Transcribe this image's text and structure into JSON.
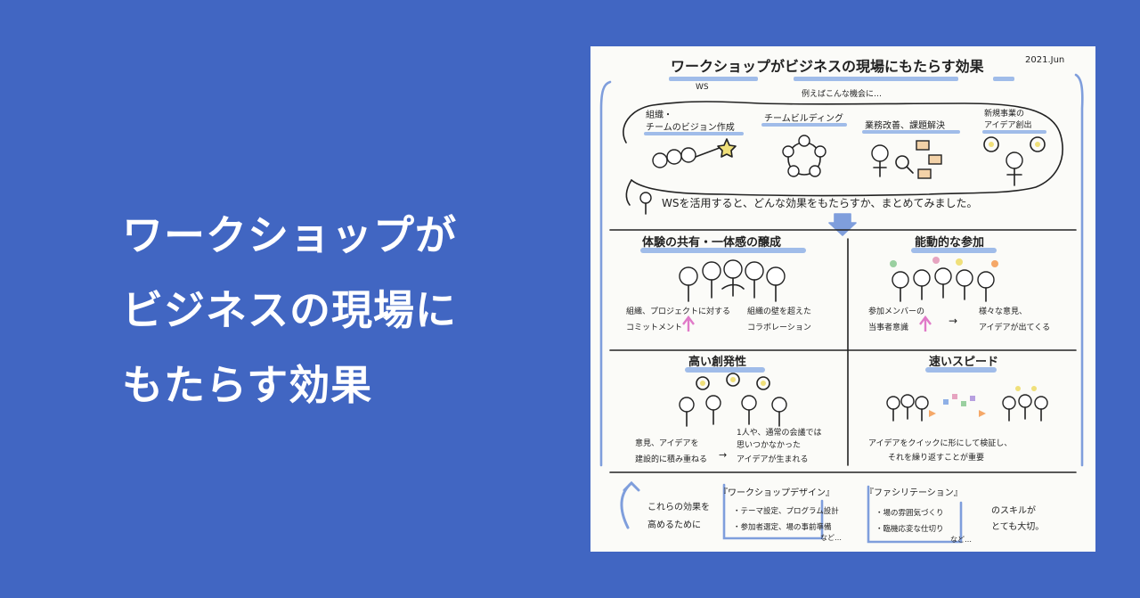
{
  "headline": {
    "lines": [
      "ワークショップが",
      "ビジネスの現場に",
      "もたらす効果"
    ]
  },
  "illustration": {
    "title": "ワークショップがビジネスの現場にもたらす効果",
    "title_sub": "WS",
    "date": "2021.Jun",
    "example_caption": "例えばこんな機会に…",
    "examples": [
      {
        "line1": "組織・",
        "line2": "チームのビジョン作成"
      },
      {
        "line1": "チームビルディング",
        "line2": ""
      },
      {
        "line1": "業務改善、課題解決",
        "line2": ""
      },
      {
        "line1": "新規事業の",
        "line2": "アイデア創出"
      }
    ],
    "summary": "WSを活用すると、どんな効果をもたらすか、まとめてみました。",
    "quadrants": [
      {
        "title": "体験の共有・一体感の醸成",
        "left_line1": "組織、プロジェクトに対する",
        "left_line2": "コミットメント",
        "right_line1": "組織の壁を超えた",
        "right_line2": "コラボレーション"
      },
      {
        "title": "能動的な参加",
        "left_line1": "参加メンバーの",
        "left_line2": "当事者意識",
        "arrow": "→",
        "right_line1": "様々な意見、",
        "right_line2": "アイデアが出てくる"
      },
      {
        "title": "高い創発性",
        "left_line1": "意見、アイデアを",
        "left_line2": "建設的に積み重ねる",
        "arrow": "→",
        "right_line1": "1人や、通常の会議では",
        "right_line2": "思いつかなかった",
        "right_line3": "アイデアが生まれる"
      },
      {
        "title": "速いスピード",
        "line1": "アイデアをクイックに形にして検証し、",
        "line2": "それを繰り返すことが重要"
      }
    ],
    "footer": {
      "lead_line1": "これらの効果を",
      "lead_line2": "高めるために",
      "box1_title": "『ワークショップデザイン』",
      "box1_item1": "・テーマ設定、プログラム設計",
      "box1_item2": "・参加者選定、場の事前準備",
      "box1_etc": "など…",
      "box2_title": "『ファシリテーション』",
      "box2_item1": "・場の雰囲気づくり",
      "box2_item2": "・臨機応変な仕切り",
      "box2_etc": "など…",
      "closing_line1": "のスキルが",
      "closing_line2": "とても大切。"
    }
  },
  "colors": {
    "background": "#4166c2",
    "card": "#fbfbf8",
    "accent": "#8fb0e6",
    "pink": "#e07ac8",
    "ink": "#222222"
  }
}
